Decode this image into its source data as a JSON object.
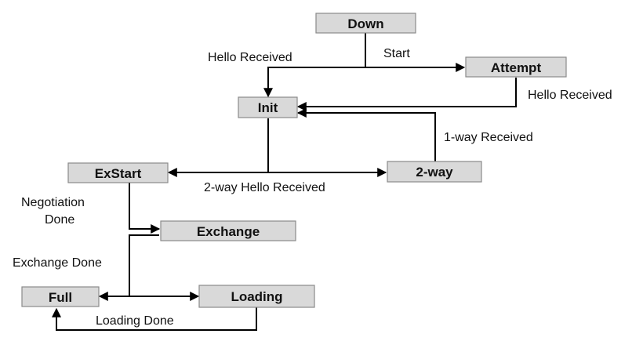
{
  "states": {
    "down": "Down",
    "attempt": "Attempt",
    "init": "Init",
    "exstart": "ExStart",
    "two_way": "2-way",
    "exchange": "Exchange",
    "full": "Full",
    "loading": "Loading"
  },
  "transitions": {
    "hello_received_down_init": "Hello Received",
    "start": "Start",
    "hello_received_attempt_init": "Hello Received",
    "one_way_received": "1-way Received",
    "two_way_hello_received": "2-way Hello Received",
    "negotiation_done_line1": "Negotiation",
    "negotiation_done_line2": "Done",
    "exchange_done": "Exchange Done",
    "loading_done": "Loading Done"
  }
}
